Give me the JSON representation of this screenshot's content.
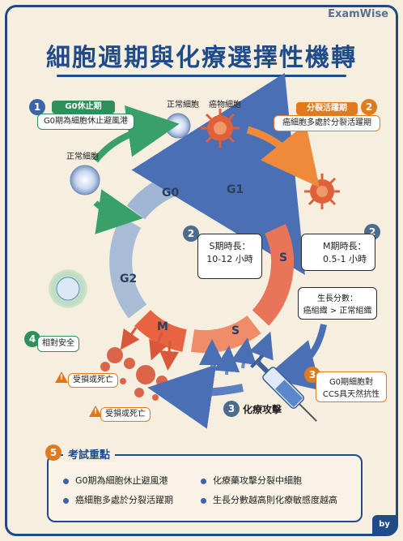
{
  "brand": "ExamWise",
  "title": "細胞週期與化療選擇性機轉",
  "cycle_labels": {
    "g0": "G0",
    "g1": "G1",
    "s": "S",
    "g2": "G2",
    "m": "M",
    "s_inner": "S"
  },
  "top_labels": {
    "normal_cell": "正常細胞",
    "cancer_cell": "癌物細胞"
  },
  "step1": {
    "num": "1",
    "tag": "G0休止期",
    "desc": "G0期為細胞休止避風港",
    "cell_label": "正常細胞"
  },
  "step2_right": {
    "num": "2",
    "tag": "分裂活躍期",
    "desc": "癌細胞多處於分裂活躍期"
  },
  "s_box": {
    "num": "2",
    "line1": "S期時長：",
    "line2": "10-12 小時"
  },
  "m_box": {
    "num": "2",
    "line1": "M期時長：",
    "line2": "0.5-1 小時"
  },
  "growth_box": {
    "line1": "生長分數：",
    "line2": "癌組織 > 正常組織"
  },
  "step3_right": {
    "num": "3",
    "line1": "G0期細胞對",
    "line2": "CCS具天然抗性"
  },
  "step3_attack": {
    "num": "3",
    "label": "化療攻擊"
  },
  "step4": {
    "num": "4",
    "label": "相對安全"
  },
  "damage1": "受損或死亡",
  "damage2": "受損或死亡",
  "exam": {
    "num": "5",
    "title": "考試重點",
    "points": [
      "G0期為細胞休止避風港",
      "化療藥攻擊分裂中細胞",
      "癌細胞多處於分裂活躍期",
      "生長分數越高則化療敏感度越高"
    ]
  },
  "corner": "by",
  "colors": {
    "accent_blue": "#1f4c88",
    "orange": "#e07a1f",
    "green": "#2f8f5a",
    "cancer_red": "#e0603a"
  }
}
